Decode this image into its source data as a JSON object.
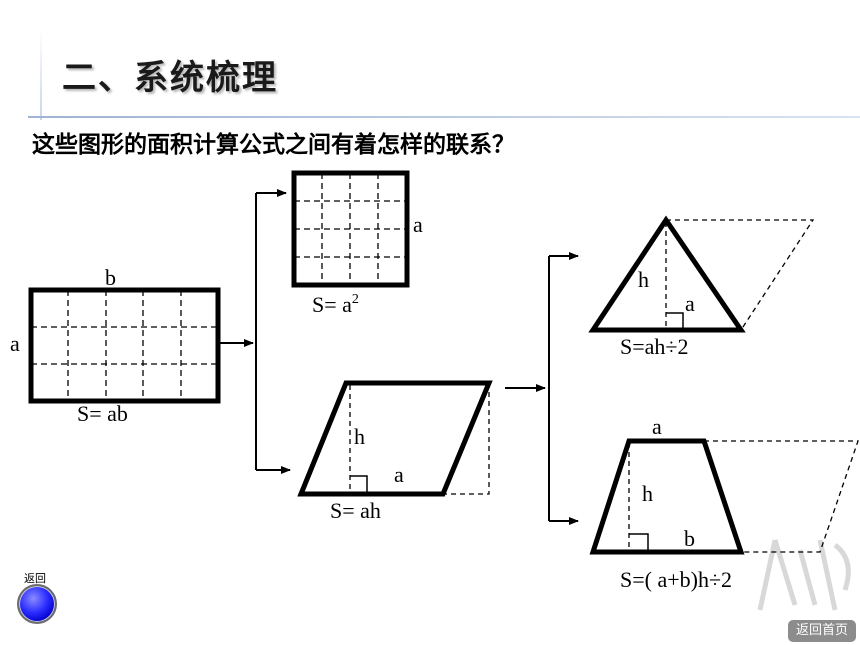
{
  "title": "二、系统梳理",
  "subtitle": "这些图形的面积计算公式之间有着怎样的联系？",
  "shapes": {
    "rectangle": {
      "side_top": "b",
      "side_left": "a",
      "formula": "S= ab"
    },
    "square": {
      "side": "a",
      "formula_base": "S= a",
      "formula_exp": "2"
    },
    "parallelogram": {
      "height": "h",
      "base": "a",
      "formula": "S= ah"
    },
    "triangle": {
      "height": "h",
      "base": "a",
      "formula": "S=ah÷2"
    },
    "trapezoid": {
      "top": "a",
      "height": "h",
      "bottom": "b",
      "formula": "S=( a+b)h÷2"
    }
  },
  "nav": {
    "back_label": "返回",
    "home_label": "返回首页"
  },
  "colors": {
    "orb": "#2a2cff",
    "home_btn": "#8c8c8c"
  }
}
